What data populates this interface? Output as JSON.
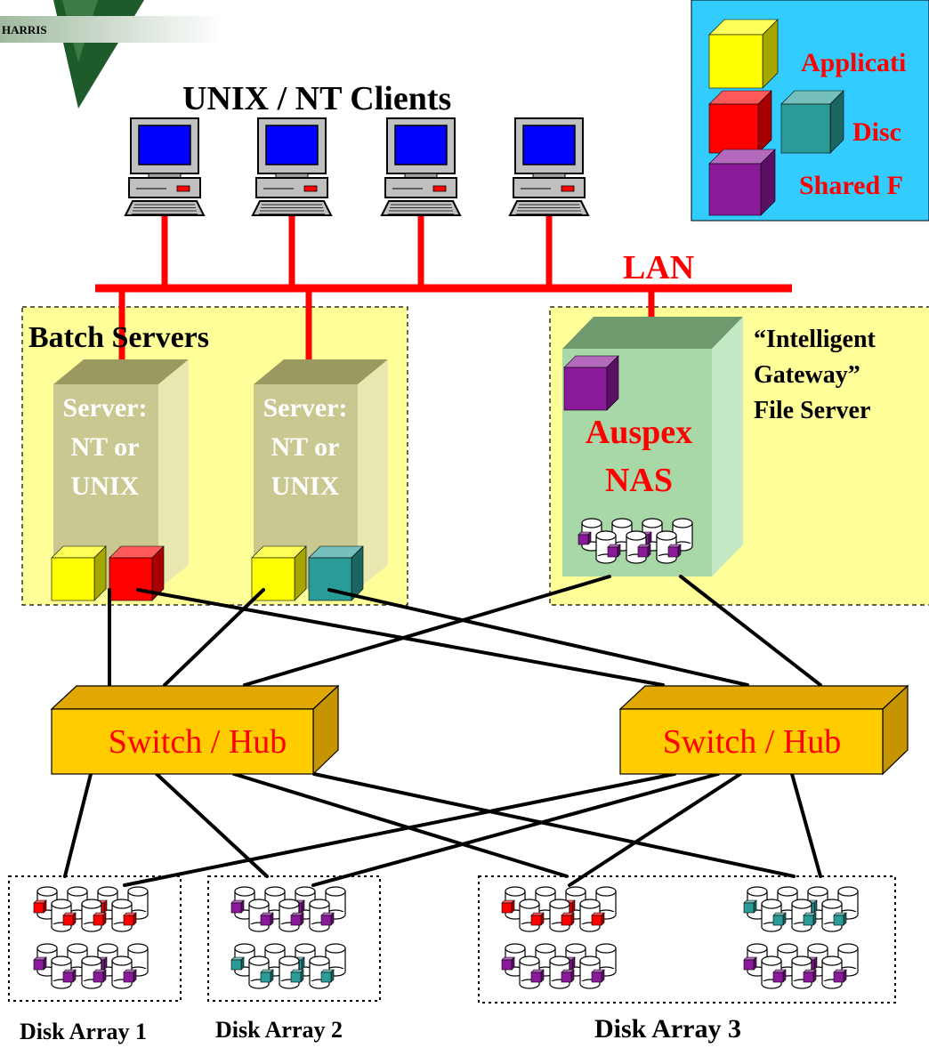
{
  "logo": {
    "text": "HARRIS"
  },
  "title": "UNIX / NT Clients",
  "lan_label": "LAN",
  "legend": {
    "items": [
      {
        "label": "Applicati",
        "color": "#ffff00"
      },
      {
        "label": "Disc",
        "colors": [
          "#ff0000",
          "#2a9c98"
        ]
      },
      {
        "label": "Shared  F",
        "color": "#8a1a9a"
      }
    ],
    "background": "#33ccff"
  },
  "batch_servers": {
    "title": "Batch Servers",
    "servers": [
      {
        "lines": [
          "Server:",
          "NT or",
          "UNIX"
        ]
      },
      {
        "lines": [
          "Server:",
          "NT or",
          "UNIX"
        ]
      }
    ]
  },
  "gateway": {
    "caption_lines": [
      "“Intelligent",
      "Gateway”",
      "File Server"
    ],
    "device_lines": [
      "Auspex",
      "NAS"
    ]
  },
  "switches": [
    {
      "label": "Switch / Hub"
    },
    {
      "label": "Switch / Hub"
    }
  ],
  "disk_arrays": [
    {
      "label": "Disk Array 1"
    },
    {
      "label": "Disk Array 2"
    },
    {
      "label": "Disk Array 3"
    }
  ],
  "colors": {
    "lan": "#ff0000",
    "app": "#ffff00",
    "disc_a": "#ff0000",
    "disc_b": "#2a9c98",
    "shared": "#8a1a9a",
    "switch": "#ffcc00",
    "panel": "#ffff99",
    "server": "#c8c890",
    "nas": "#a8d8a8",
    "red_text": "#ff0000"
  }
}
